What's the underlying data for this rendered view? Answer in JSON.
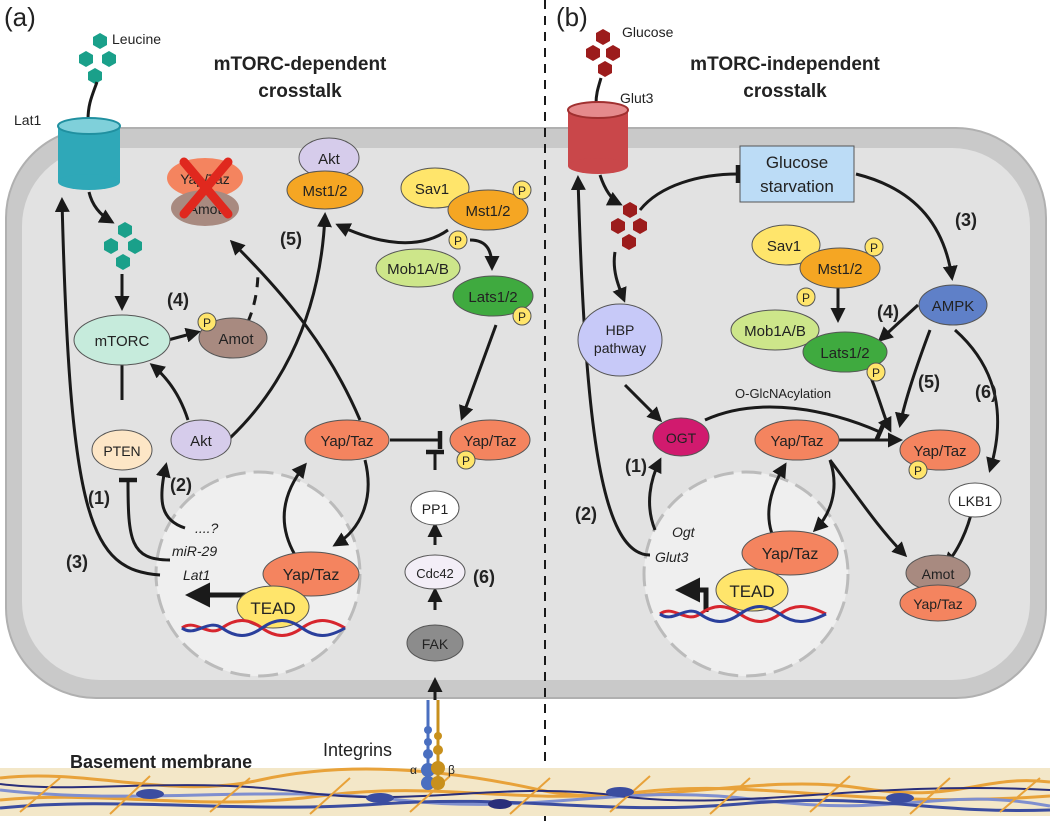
{
  "panel_a": {
    "label": "(a)",
    "title_line1": "mTORC-dependent",
    "title_line2": "crosstalk",
    "nutrient": "Leucine",
    "transporter": "Lat1",
    "nodes": {
      "yap_taz_deg": "Yap/Taz",
      "amot_deg": "Amot",
      "akt_top": "Akt",
      "mst_left": "Mst1/2",
      "sav1": "Sav1",
      "mst_right": "Mst1/2",
      "mob": "Mob1A/B",
      "lats": "Lats1/2",
      "mtorc": "mTORC",
      "amot": "Amot",
      "pten": "PTEN",
      "akt": "Akt",
      "yap_taz_cyto": "Yap/Taz",
      "yap_taz_p": "Yap/Taz",
      "pp1": "PP1",
      "cdc42": "Cdc42",
      "fak": "FAK",
      "yap_taz_nuc": "Yap/Taz",
      "tead": "TEAD"
    },
    "genes": [
      "....?",
      "miR-29",
      "Lat1"
    ],
    "steps": [
      "(1)",
      "(2)",
      "(3)",
      "(4)",
      "(5)",
      "(6)"
    ]
  },
  "panel_b": {
    "label": "(b)",
    "title_line1": "mTORC-independent",
    "title_line2": "crosstalk",
    "nutrient": "Glucose",
    "transporter": "Glut3",
    "starvation_line1": "Glucose",
    "starvation_line2": "starvation",
    "nodes": {
      "sav1": "Sav1",
      "mst": "Mst1/2",
      "ampk": "AMPK",
      "hbp_line1": "HBP",
      "hbp_line2": "pathway",
      "mob": "Mob1A/B",
      "lats": "Lats1/2",
      "ogt": "OGT",
      "yap_taz_cyto": "Yap/Taz",
      "yap_taz_p": "Yap/Taz",
      "lkb1": "LKB1",
      "amot": "Amot",
      "yap_taz_amot": "Yap/Taz",
      "yap_taz_nuc": "Yap/Taz",
      "tead": "TEAD"
    },
    "glcnac_label": "O-GlcNAcylation",
    "genes": [
      "Ogt",
      "Glut3"
    ],
    "steps": [
      "(1)",
      "(2)",
      "(3)",
      "(4)",
      "(5)",
      "(6)"
    ]
  },
  "phospho_label": "P",
  "integrins": "Integrins",
  "alpha": "α",
  "beta": "β",
  "basement": "Basement membrane"
}
